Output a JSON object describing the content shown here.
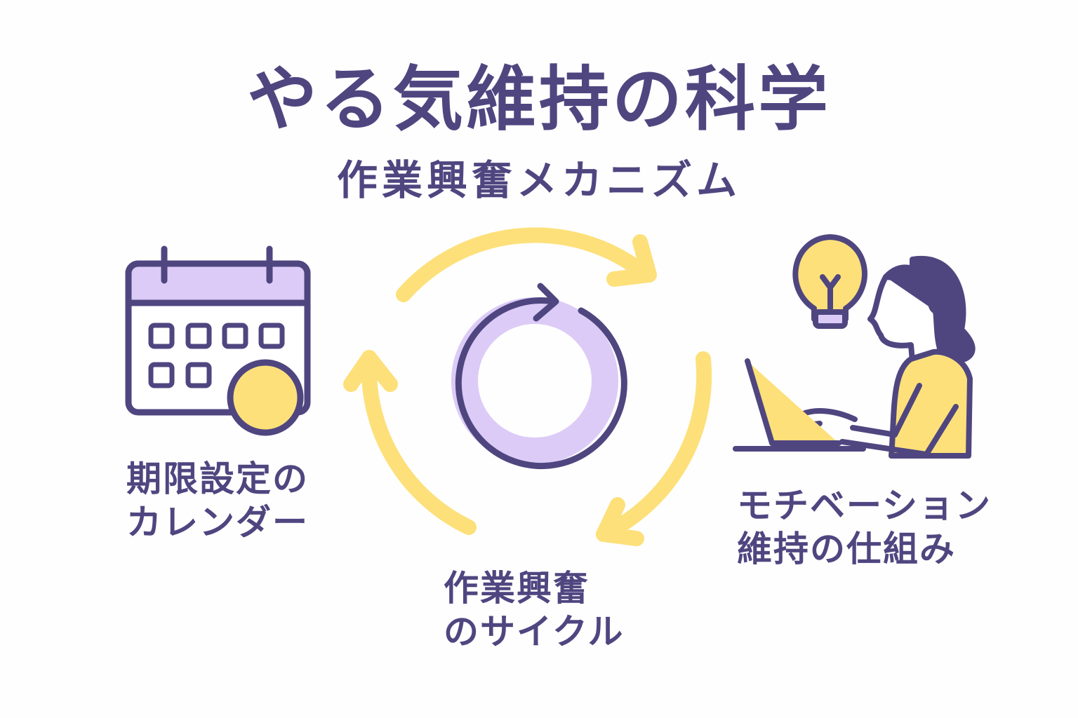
{
  "title": "やる気維持の科学",
  "subtitle": "作業興奮メカニズム",
  "colors": {
    "primary": "#4f4680",
    "yellow": "#fde07a",
    "lavender": "#dccbf7"
  },
  "calendar": {
    "icon": "calendar-icon",
    "label_line1": "期限設定の",
    "label_line2": "カレンダー"
  },
  "cycle": {
    "icon": "cycle-arrow-icon",
    "label_line1": "作業興奮",
    "label_line2": "のサイクル"
  },
  "motivation": {
    "icon": "person-laptop-lightbulb-icon",
    "label_line1": "モチベーション",
    "label_line2": "維持の仕組み"
  }
}
